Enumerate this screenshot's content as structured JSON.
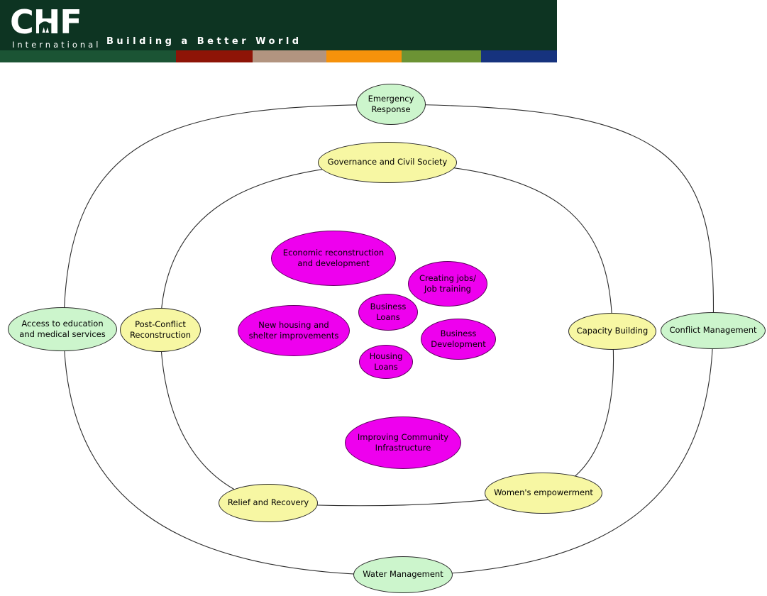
{
  "header": {
    "background": "#0D3422",
    "logo": {
      "acronym": "CHF",
      "subtitle": "International"
    },
    "tagline": "Building a Better World",
    "stripe": [
      "#1B5434",
      "#8E1407",
      "#B29480",
      "#F6920B",
      "#6C9334",
      "#16337E"
    ]
  },
  "diagram": {
    "line_color": "#2B2B2B",
    "ring_colors": {
      "outer": "#CCF5CC",
      "middle": "#F7F7A3",
      "inner": "#EE00EE"
    },
    "nodes": [
      {
        "id": "emergency-response",
        "ring": "outer",
        "label": "Emergency\nResponse"
      },
      {
        "id": "governance-and-civil-society",
        "ring": "middle",
        "label": "Governance and Civil Society"
      },
      {
        "id": "access-to-education-and-medical-services",
        "ring": "outer",
        "label": "Access to education\nand medical services"
      },
      {
        "id": "post-conflict-reconstruction",
        "ring": "middle",
        "label": "Post-Conflict\nReconstruction"
      },
      {
        "id": "capacity-building",
        "ring": "middle",
        "label": "Capacity Building"
      },
      {
        "id": "conflict-management",
        "ring": "outer",
        "label": "Conflict Management"
      },
      {
        "id": "economic-reconstruction-and-development",
        "ring": "inner",
        "label": "Economic reconstruction\nand development"
      },
      {
        "id": "creating-jobs-job-training",
        "ring": "inner",
        "label": "Creating jobs/\nJob training"
      },
      {
        "id": "business-loans",
        "ring": "inner",
        "label": "Business\nLoans"
      },
      {
        "id": "new-housing-and-shelter-improvements",
        "ring": "inner",
        "label": "New housing and\nshelter improvements"
      },
      {
        "id": "business-development",
        "ring": "inner",
        "label": "Business\nDevelopment"
      },
      {
        "id": "housing-loans",
        "ring": "inner",
        "label": "Housing\nLoans"
      },
      {
        "id": "improving-community-infrastructure",
        "ring": "inner",
        "label": "Improving Community\nInfrastructure"
      },
      {
        "id": "relief-and-recovery",
        "ring": "middle",
        "label": "Relief and Recovery"
      },
      {
        "id": "womens-empowerment",
        "ring": "middle",
        "label": "Women's empowerment"
      },
      {
        "id": "water-management",
        "ring": "outer",
        "label": "Water Management"
      }
    ]
  }
}
